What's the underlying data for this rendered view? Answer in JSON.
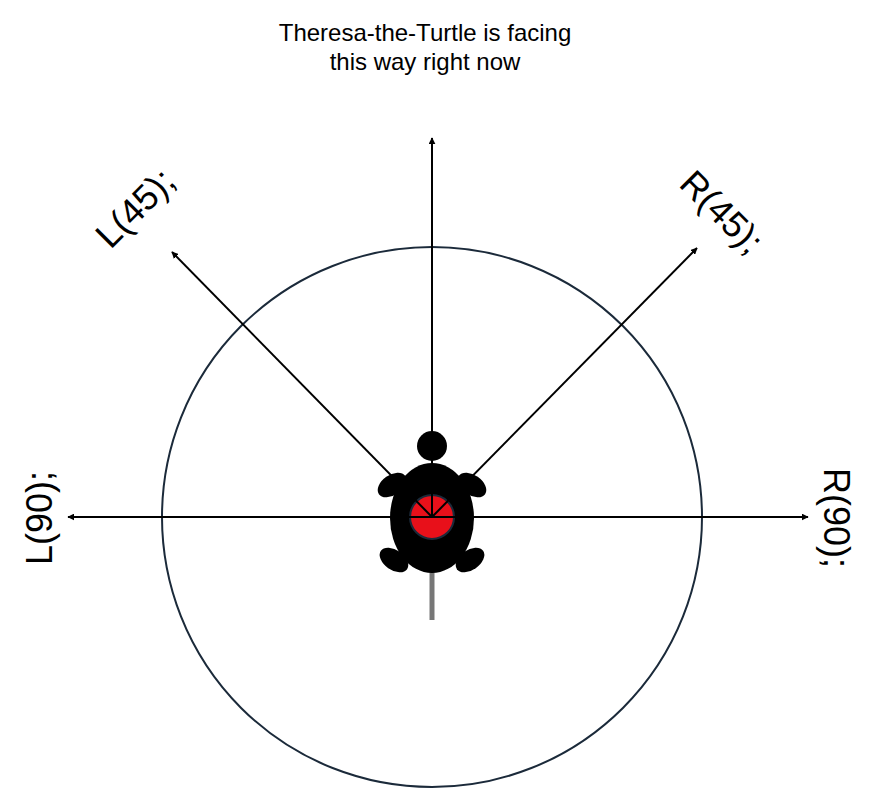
{
  "diagram": {
    "labels": [
      "Theresa-the-Turtle is facing this way right now",
      "L(45);",
      "R(45);",
      "L(90);",
      "R(90);"
    ]
  }
}
